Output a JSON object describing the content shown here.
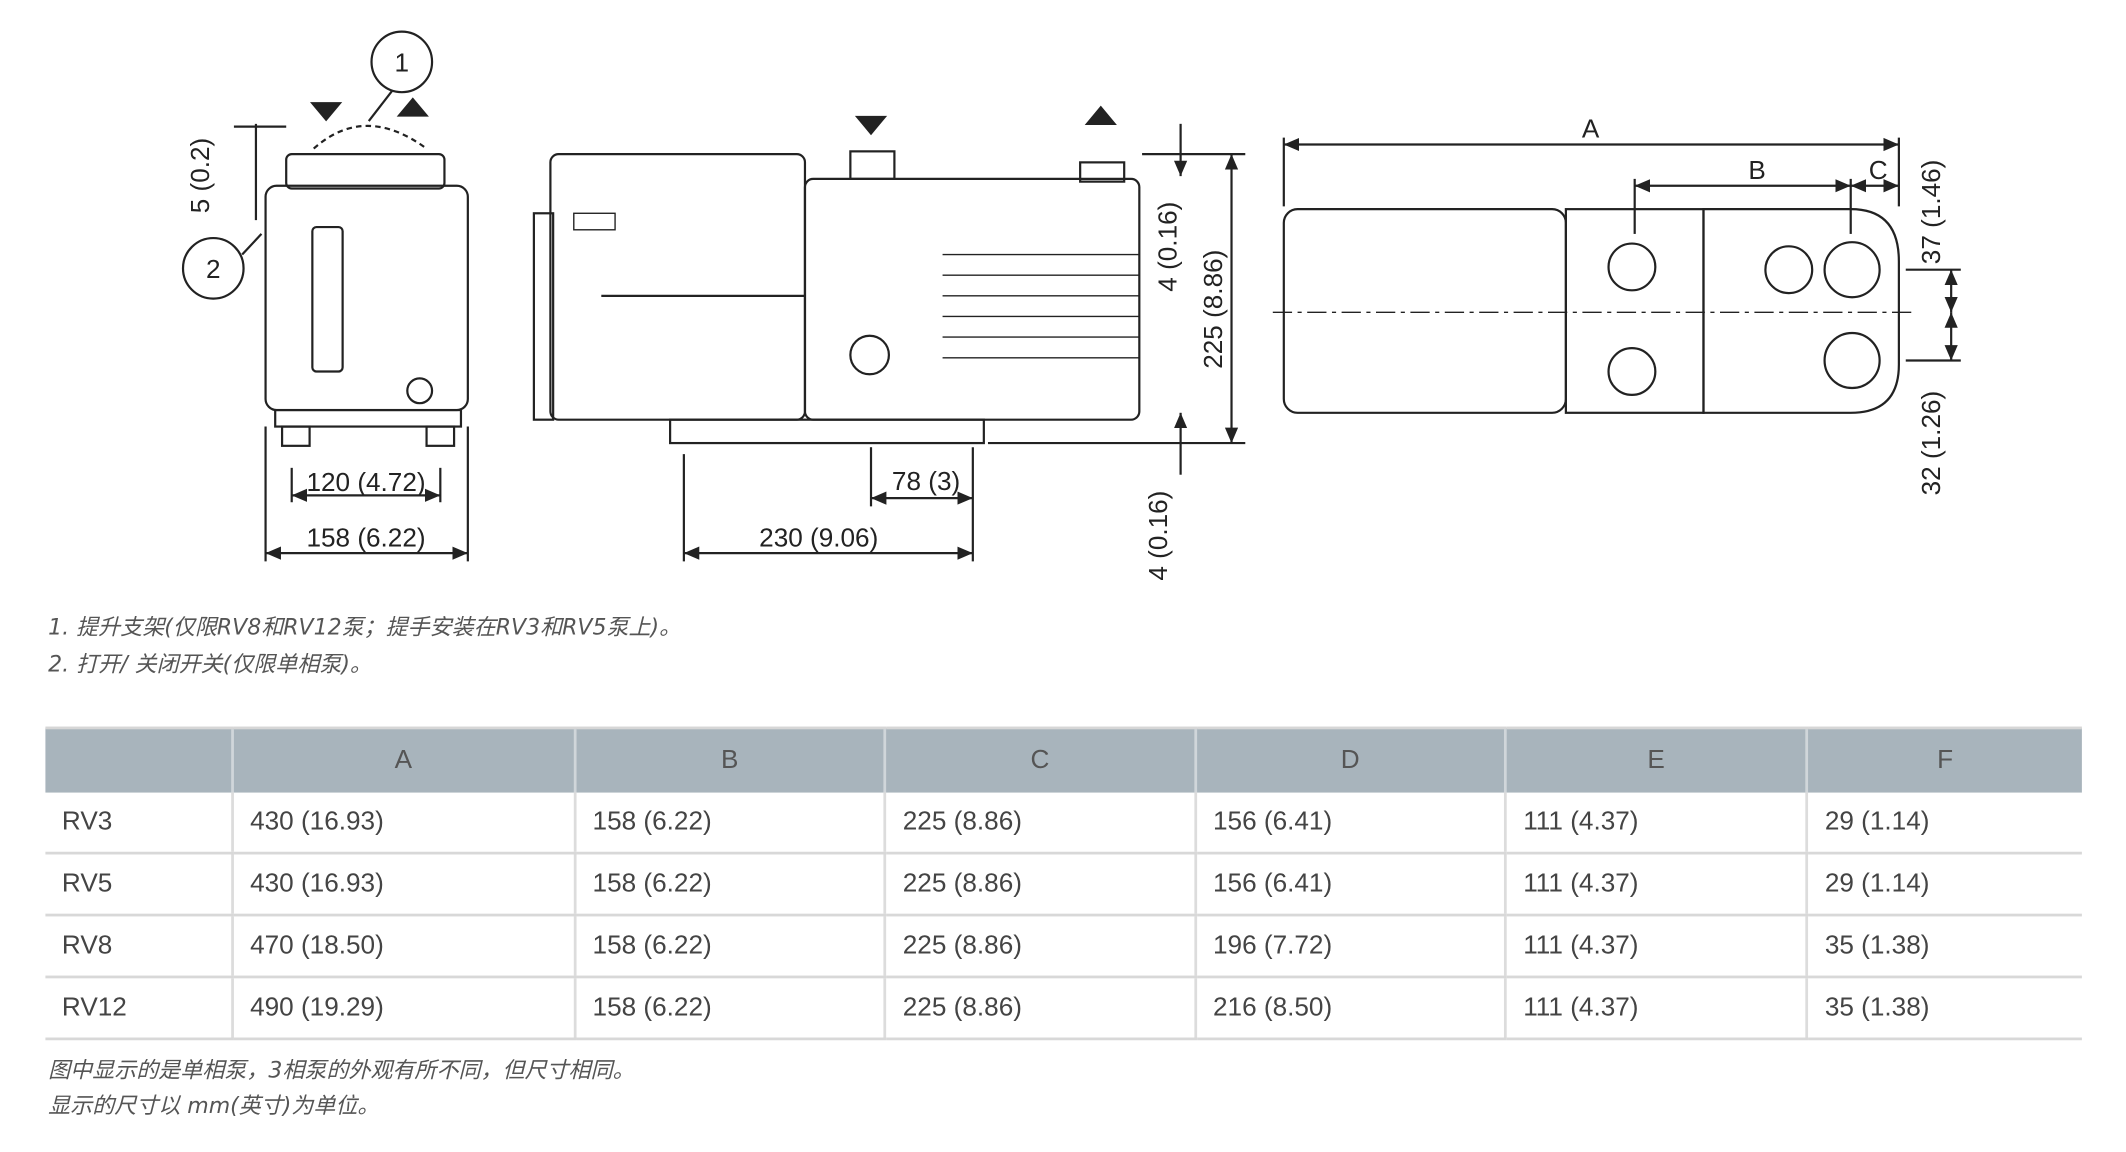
{
  "callouts": {
    "one": "1",
    "two": "2"
  },
  "dims": {
    "left_top": "5 (0.2)",
    "left_inner": "120 (4.72)",
    "left_outer": "158 (6.22)",
    "mid_width": "230 (9.06)",
    "mid_foot": "78 (3)",
    "mid_top_gap": "4 (0.16)",
    "mid_height": "225 (8.86)",
    "mid_bottom_gap": "4 (0.16)",
    "right_A": "A",
    "right_B": "B",
    "right_C": "C",
    "right_top": "37 (1.46)",
    "right_bottom": "32 (1.26)"
  },
  "notes": [
    "1. 提升支架(仅限RV8和RV12泵；提手安装在RV3和RV5泵上)。",
    "2. 打开/ 关闭开关(仅限单相泵)。"
  ],
  "table": {
    "headers": [
      "",
      "A",
      "B",
      "C",
      "D",
      "E",
      "F"
    ],
    "rows": [
      [
        "RV3",
        "430 (16.93)",
        "158 (6.22)",
        "225 (8.86)",
        "156 (6.41)",
        "111 (4.37)",
        "29 (1.14)"
      ],
      [
        "RV5",
        "430 (16.93)",
        "158 (6.22)",
        "225 (8.86)",
        "156 (6.41)",
        "111 (4.37)",
        "29 (1.14)"
      ],
      [
        "RV8",
        "470 (18.50)",
        "158 (6.22)",
        "225 (8.86)",
        "196 (7.72)",
        "111 (4.37)",
        "35 (1.38)"
      ],
      [
        "RV12",
        "490 (19.29)",
        "158 (6.22)",
        "225 (8.86)",
        "216 (8.50)",
        "111 (4.37)",
        "35 (1.38)"
      ]
    ]
  },
  "footer": [
    "图中显示的是单相泵，3相泵的外观有所不同，但尺寸相同。",
    "显示的尺寸以 mm(英寸)为单位。"
  ],
  "colors": {
    "header_bg": "#a8b4bc",
    "line": "#222222"
  }
}
